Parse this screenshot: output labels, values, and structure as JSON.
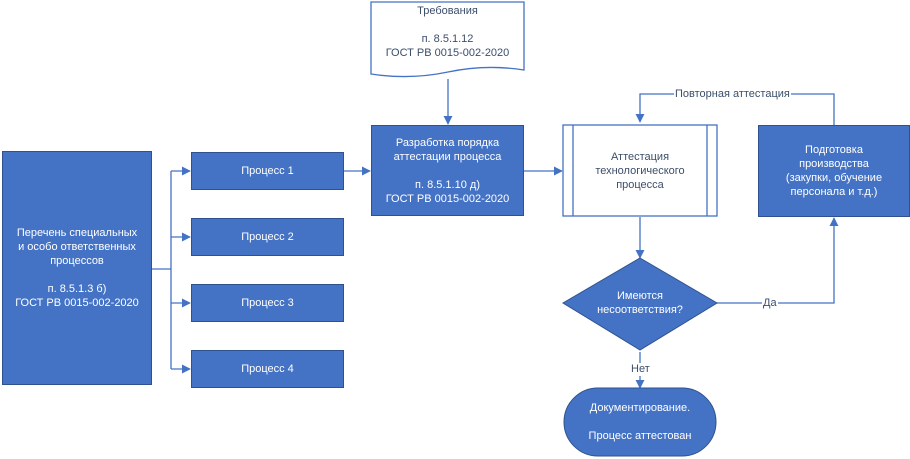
{
  "nodes": {
    "process_list": {
      "lines": [
        "Перечень специальных",
        "и особо ответственных",
        "процессов",
        "",
        "п. 8.5.1.3 б)",
        "ГОСТ РВ 0015-002-2020"
      ]
    },
    "process_1": {
      "label": "Процесс 1"
    },
    "process_2": {
      "label": "Процесс 2"
    },
    "process_3": {
      "label": "Процесс 3"
    },
    "process_4": {
      "label": "Процесс 4"
    },
    "requirements": {
      "lines": [
        "Требования",
        "",
        "п. 8.5.1.12",
        "ГОСТ РВ 0015-002-2020"
      ]
    },
    "procedure_dev": {
      "lines": [
        "Разработка порядка",
        "аттестации процесса",
        "",
        "п. 8.5.1.10 д)",
        "ГОСТ РВ 0015-002-2020"
      ]
    },
    "attestation": {
      "lines": [
        "Аттестация",
        "технологического",
        "процесса"
      ]
    },
    "preparation": {
      "lines": [
        "Подготовка",
        "производства",
        "(закупки, обучение",
        "персонала и т.д.)"
      ]
    },
    "decision": {
      "lines": [
        "Имеются",
        "несоответствия?"
      ]
    },
    "documentation": {
      "lines": [
        "Документирование.",
        "",
        "Процесс аттестован"
      ]
    }
  },
  "edge_labels": {
    "repeat": "Повторная аттестация",
    "yes": "Да",
    "no": "Нет"
  },
  "colors": {
    "fill": "#4472C4",
    "fill_border": "#2F528F",
    "arrow": "#4472C4",
    "subprocess_fill": "#ffffff",
    "subprocess_border": "#4472C4",
    "text_dark": "#3b4e6b"
  }
}
